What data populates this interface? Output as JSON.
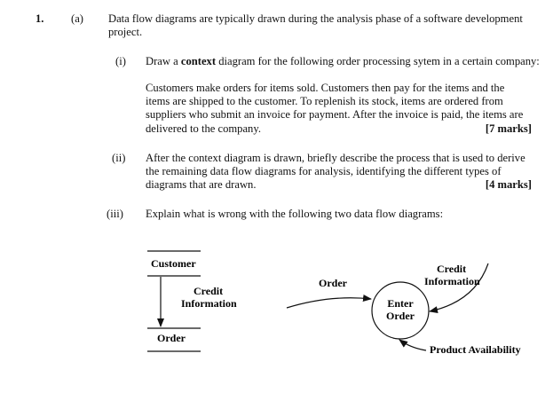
{
  "question": {
    "number": "1.",
    "part": "(a)",
    "intro_line1": "Data flow diagrams are typically drawn during the analysis phase of a software development",
    "intro_line2": "project."
  },
  "items": [
    {
      "label": "(i)",
      "lead_text": "Draw a ",
      "bold_word": "context",
      "rest_text": " diagram for the following order processing sytem in a certain company:",
      "paragraph_lines": [
        "Customers make orders for items sold.  Customers then pay for the items and the",
        "items are shipped to the customer.  To replenish its stock, items are ordered from",
        "suppliers who submit an invoice for payment. After the invoice is paid, the items are",
        "delivered to the company."
      ],
      "marks": "[7 marks]"
    },
    {
      "label": "(ii)",
      "paragraph_lines": [
        "After the context diagram is drawn, briefly describe the process that is used to derive",
        "the remaining data flow diagrams for analysis, identifying the different types of",
        "diagrams that are drawn."
      ],
      "marks": "[4 marks]"
    },
    {
      "label": "(iii)",
      "text": "Explain what is wrong with the following two data  flow diagrams:"
    }
  ],
  "diagram1": {
    "top_store": "Customer",
    "flow_line1": "Credit",
    "flow_line2": "Information",
    "bottom_store": "Order"
  },
  "diagram2": {
    "input_flow": "Order",
    "credit_line1": "Credit",
    "credit_line2": "Information",
    "process_line1": "Enter",
    "process_line2": "Order",
    "output_flow": "Product Availability"
  }
}
